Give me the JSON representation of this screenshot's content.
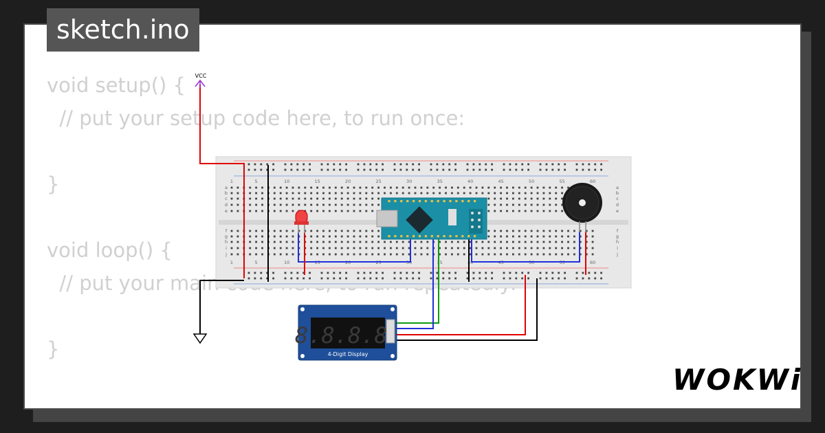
{
  "file_tab": {
    "label": "sketch.ino"
  },
  "code": {
    "lines": [
      "void setup() {",
      "  // put your setup code here, to run once:",
      "",
      "}",
      "",
      "void loop() {",
      "  // put your main code here, to run repeatedly:",
      "",
      "}"
    ]
  },
  "circuit": {
    "vcc_label": "VCC",
    "display_label": "4-Digit Display",
    "display_digits": "8.8.8.8.",
    "breadboard_top_numbers": [
      "1",
      "5",
      "10",
      "15",
      "20",
      "25",
      "30",
      "35",
      "40",
      "45",
      "50",
      "55",
      "60"
    ],
    "breadboard_bottom_numbers": [
      "1",
      "5",
      "10",
      "15",
      "20",
      "25",
      "30",
      "35",
      "40",
      "45",
      "50",
      "55",
      "60"
    ],
    "breadboard_row_letters_left": [
      "a",
      "b",
      "c",
      "d",
      "e",
      "f",
      "g",
      "h",
      "i",
      "j"
    ],
    "breadboard_row_letters_right": [
      "a",
      "b",
      "c",
      "d",
      "e",
      "f",
      "g",
      "h",
      "i",
      "j"
    ],
    "colors": {
      "wire_red": "#e00000",
      "wire_blue": "#1f2fd8",
      "wire_green": "#0f9a0f",
      "wire_black": "#000000",
      "arduino": "#1b8fa6",
      "display": "#1f4f9a",
      "breadboard": "#e8e8e8"
    }
  },
  "brand": {
    "logo": "WOKWi"
  }
}
